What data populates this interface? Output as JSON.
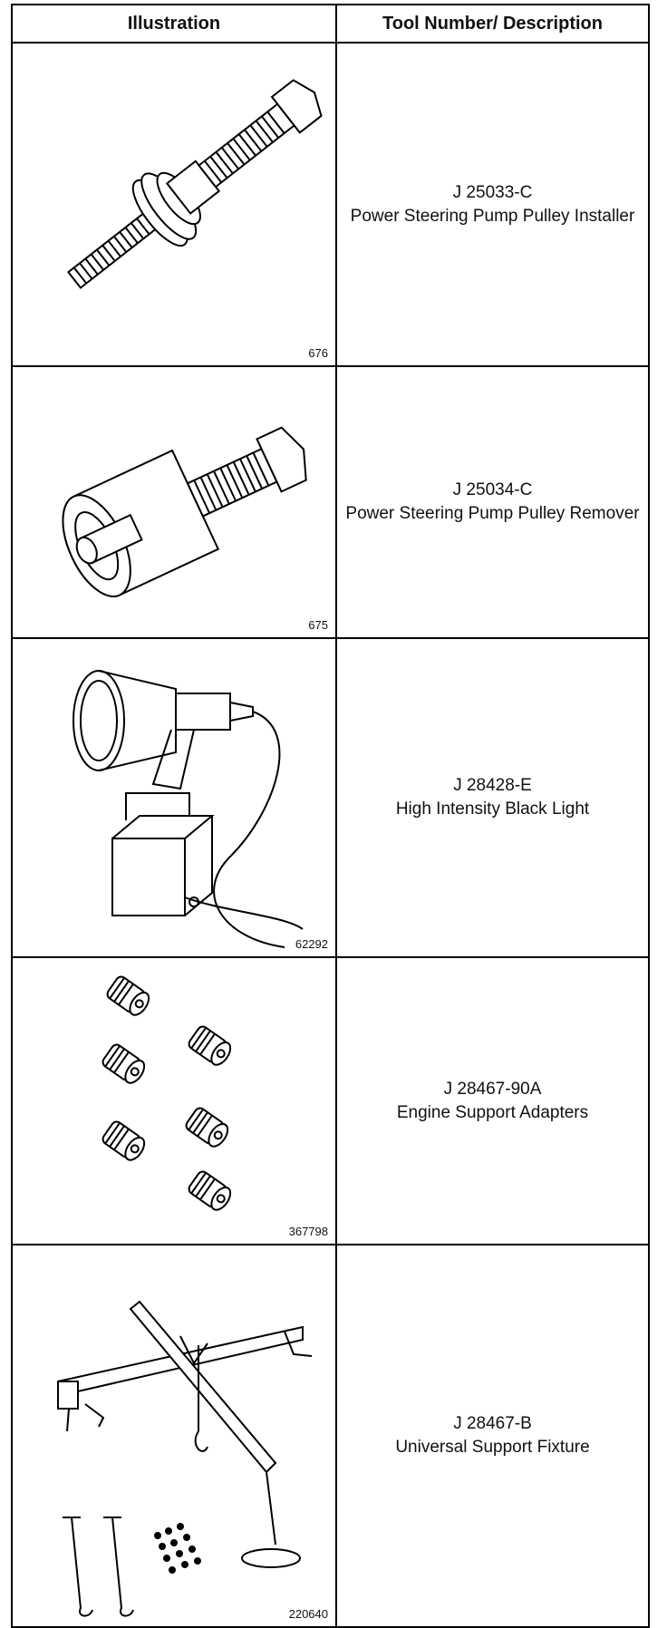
{
  "header": {
    "illustration": "Illustration",
    "tool": "Tool Number/ Description"
  },
  "rows": [
    {
      "fig": "676",
      "number": "J 25033-C",
      "description": "Power Steering Pump Pulley Installer"
    },
    {
      "fig": "675",
      "number": "J 25034-C",
      "description": "Power Steering Pump Pulley Remover"
    },
    {
      "fig": "62292",
      "number": "J 28428-E",
      "description": "High Intensity Black Light"
    },
    {
      "fig": "367798",
      "number": "J 28467-90A",
      "description": "Engine Support Adapters"
    },
    {
      "fig": "220640",
      "number": "J 28467-B",
      "description": "Universal Support Fixture"
    }
  ]
}
